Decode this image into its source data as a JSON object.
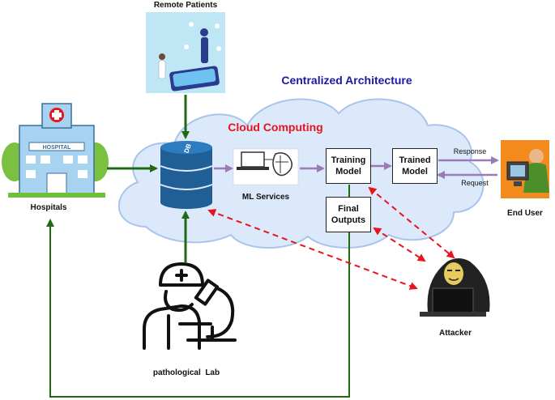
{
  "diagram": {
    "title": "Centralized Architecture",
    "cloud_label": "Cloud Computing",
    "nodes": {
      "remote_patients": "Remote Patients",
      "hospitals": "Hospitals",
      "db": "DB",
      "ml_services": "ML Services",
      "training_model_line1": "Training",
      "training_model_line2": "Model",
      "trained_model_line1": "Trained",
      "trained_model_line2": "Model",
      "final_outputs_line1": "Final",
      "final_outputs_line2": "Outputs",
      "end_user": "End User",
      "attacker": "Attacker",
      "pathological_lab": "pathological  Lab",
      "hospital_sign": "HOSPITAL"
    },
    "edge_labels": {
      "response": "Response",
      "request": "Request"
    },
    "colors": {
      "title": "#1a1aa6",
      "cloud_label": "#e8141c",
      "cloud_fill": "#dce9fb",
      "cloud_stroke": "#a9c4ec",
      "green_arrow": "#1f6b12",
      "purple_arrow": "#9b7bb3",
      "red_dashed": "#e8141c",
      "db": "#1f5f96"
    }
  }
}
